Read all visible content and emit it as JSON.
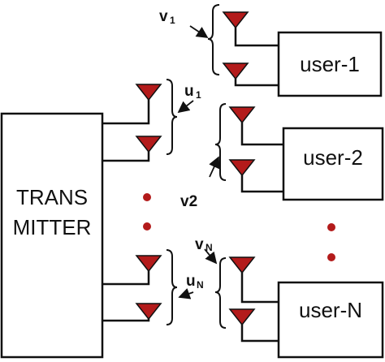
{
  "transmitter": {
    "line1": "TRANS",
    "line2": "MITTER"
  },
  "users": [
    "user-1",
    "user-2",
    "user-N"
  ],
  "labels": {
    "v1": {
      "main": "v",
      "sub": "1"
    },
    "u1": {
      "main": "u",
      "sub": "1"
    },
    "v2": {
      "main": "v2",
      "sub": ""
    },
    "vN": {
      "main": "v",
      "sub": "N"
    },
    "uN": {
      "main": "u",
      "sub": "N"
    }
  },
  "colors": {
    "antenna": "#b31b1b",
    "line": "#111111"
  }
}
